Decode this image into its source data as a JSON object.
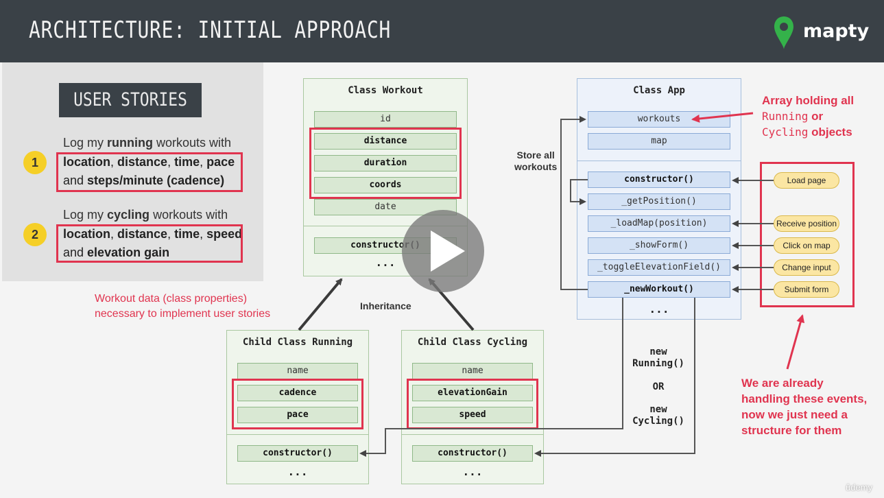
{
  "header": {
    "title": "ARCHITECTURE: INITIAL APPROACH",
    "brand": "mapty",
    "brand_color": "#34b24a"
  },
  "stories": {
    "title": "USER STORIES",
    "items": [
      {
        "number": "1",
        "intro_a": "Log my ",
        "intro_b": "running",
        "intro_c": " workouts with",
        "line1": [
          {
            "t": "location",
            "b": true
          },
          {
            "t": ", ",
            "b": false
          },
          {
            "t": "distance",
            "b": true
          },
          {
            "t": ", ",
            "b": false
          },
          {
            "t": "time",
            "b": true
          },
          {
            "t": ", ",
            "b": false
          },
          {
            "t": "pace",
            "b": true
          }
        ],
        "line2": [
          {
            "t": "and ",
            "b": false
          },
          {
            "t": "steps/minute (cadence)",
            "b": true
          }
        ]
      },
      {
        "number": "2",
        "intro_a": "Log my ",
        "intro_b": "cycling",
        "intro_c": " workouts with",
        "line1": [
          {
            "t": "location",
            "b": true
          },
          {
            "t": ", ",
            "b": false
          },
          {
            "t": "distance",
            "b": true
          },
          {
            "t": ", ",
            "b": false
          },
          {
            "t": "time",
            "b": true
          },
          {
            "t": ", ",
            "b": false
          },
          {
            "t": "speed",
            "b": true
          }
        ],
        "line2": [
          {
            "t": "and ",
            "b": false
          },
          {
            "t": "elevation gain",
            "b": true
          }
        ]
      }
    ]
  },
  "workout": {
    "title": "Class Workout",
    "fields": [
      "id",
      "distance",
      "duration",
      "coords",
      "date"
    ],
    "method": "constructor()",
    "more": "..."
  },
  "running": {
    "title": "Child Class Running",
    "fields": [
      "name",
      "cadence",
      "pace"
    ],
    "method": "constructor()",
    "more": "..."
  },
  "cycling": {
    "title": "Child Class Cycling",
    "fields": [
      "name",
      "elevationGain",
      "speed"
    ],
    "method": "constructor()",
    "more": "..."
  },
  "app": {
    "title": "Class App",
    "fields": [
      "workouts",
      "map"
    ],
    "methods": [
      "constructor()",
      "_getPosition()",
      "_loadMap(position)",
      "_showForm()",
      "_toggleElevationField()",
      "_newWorkout()"
    ],
    "more": "..."
  },
  "events": [
    "Load page",
    "Receive position",
    "Click on map",
    "Change input",
    "Submit form"
  ],
  "annotations": {
    "array_note": [
      "Array holding all",
      "Running",
      " or",
      "Cycling",
      " objects"
    ],
    "store_all": [
      "Store all",
      "workouts"
    ],
    "workout_data": [
      "Workout data (class properties)",
      "necessary to implement user stories"
    ],
    "inheritance": "Inheritance",
    "new_running": [
      "new",
      "Running()"
    ],
    "or": "OR",
    "new_cycling": [
      "new",
      "Cycling()"
    ],
    "events_note": [
      "We are already",
      "handling these events,",
      "now we just need a",
      "structure for them"
    ]
  },
  "colors": {
    "accent_red": "#e0344f",
    "badge_yellow": "#f5cf27",
    "header_dark": "#3a4147"
  },
  "player": {
    "watermark": "ûdemy"
  }
}
